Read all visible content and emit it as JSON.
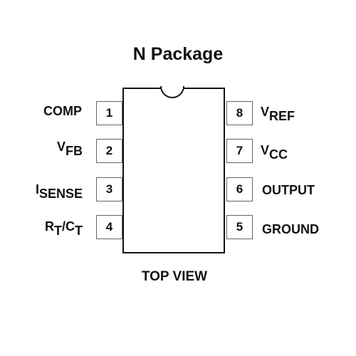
{
  "title": "N Package",
  "footer": "TOP VIEW",
  "pins": [
    {
      "number": "1",
      "name": "COMP",
      "sub": ""
    },
    {
      "number": "2",
      "name": "V",
      "sub": "FB"
    },
    {
      "number": "3",
      "name": "I",
      "sub": "SENSE"
    },
    {
      "number": "4",
      "name": "R",
      "sub": "T",
      "name2": "/C",
      "sub2": "T"
    },
    {
      "number": "5",
      "name": "GROUND",
      "sub": ""
    },
    {
      "number": "6",
      "name": "OUTPUT",
      "sub": ""
    },
    {
      "number": "7",
      "name": "V",
      "sub": "CC"
    },
    {
      "number": "8",
      "name": "V",
      "sub": "REF"
    }
  ]
}
